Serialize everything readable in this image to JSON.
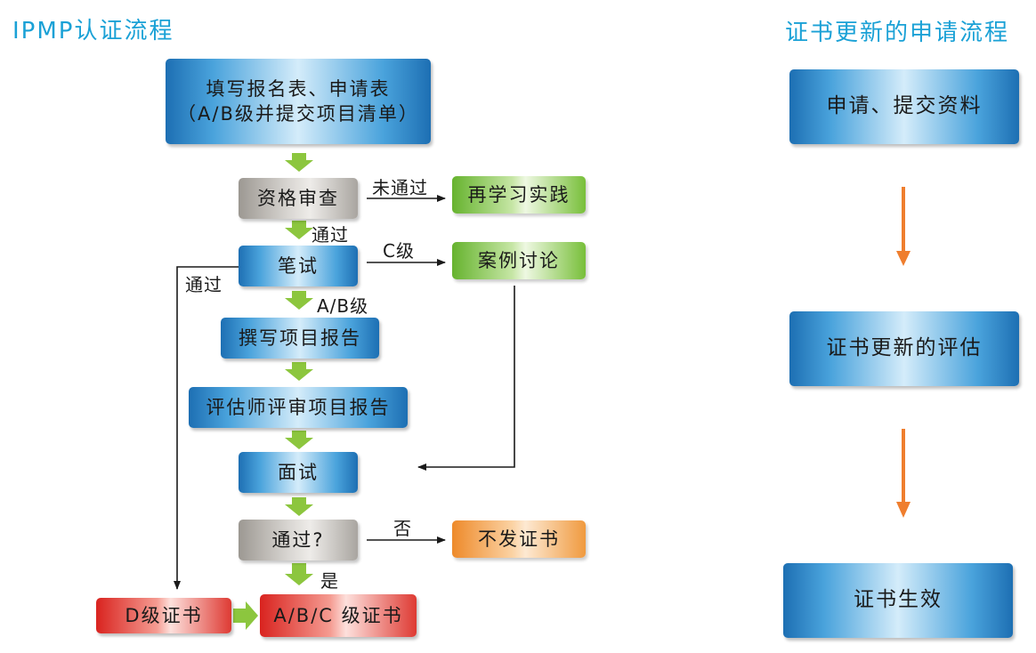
{
  "left_title": "IPMP认证流程",
  "right_title": "证书更新的申请流程",
  "left_flow": {
    "fill_form_line1": "填写报名表、申请表",
    "fill_form_line2": "（A/B级并提交项目清单）",
    "qualification_review": "资格审查",
    "relearn_practice": "再学习实践",
    "written_exam": "笔试",
    "case_discussion": "案例讨论",
    "write_report": "撰写项目报告",
    "assessor_review": "评估师评审项目报告",
    "interview": "面试",
    "passed_question": "通过?",
    "no_certificate": "不发证书",
    "d_certificate": "D级证书",
    "abc_certificate": "A/B/C 级证书"
  },
  "edge_labels": {
    "not_passed": "未通过",
    "passed_1": "通过",
    "c_level": "C级",
    "passed_left": "通过",
    "ab_level": "A/B级",
    "no": "否",
    "yes": "是"
  },
  "right_flow": {
    "apply_submit": "申请、提交资料",
    "renewal_assessment": "证书更新的评估",
    "certificate_effective": "证书生效"
  },
  "colors": {
    "title": "#1aa1d6",
    "green_arrow": "#8cc63e",
    "orange_arrow": "#ef7e2e",
    "line": "#1a1a1a"
  }
}
